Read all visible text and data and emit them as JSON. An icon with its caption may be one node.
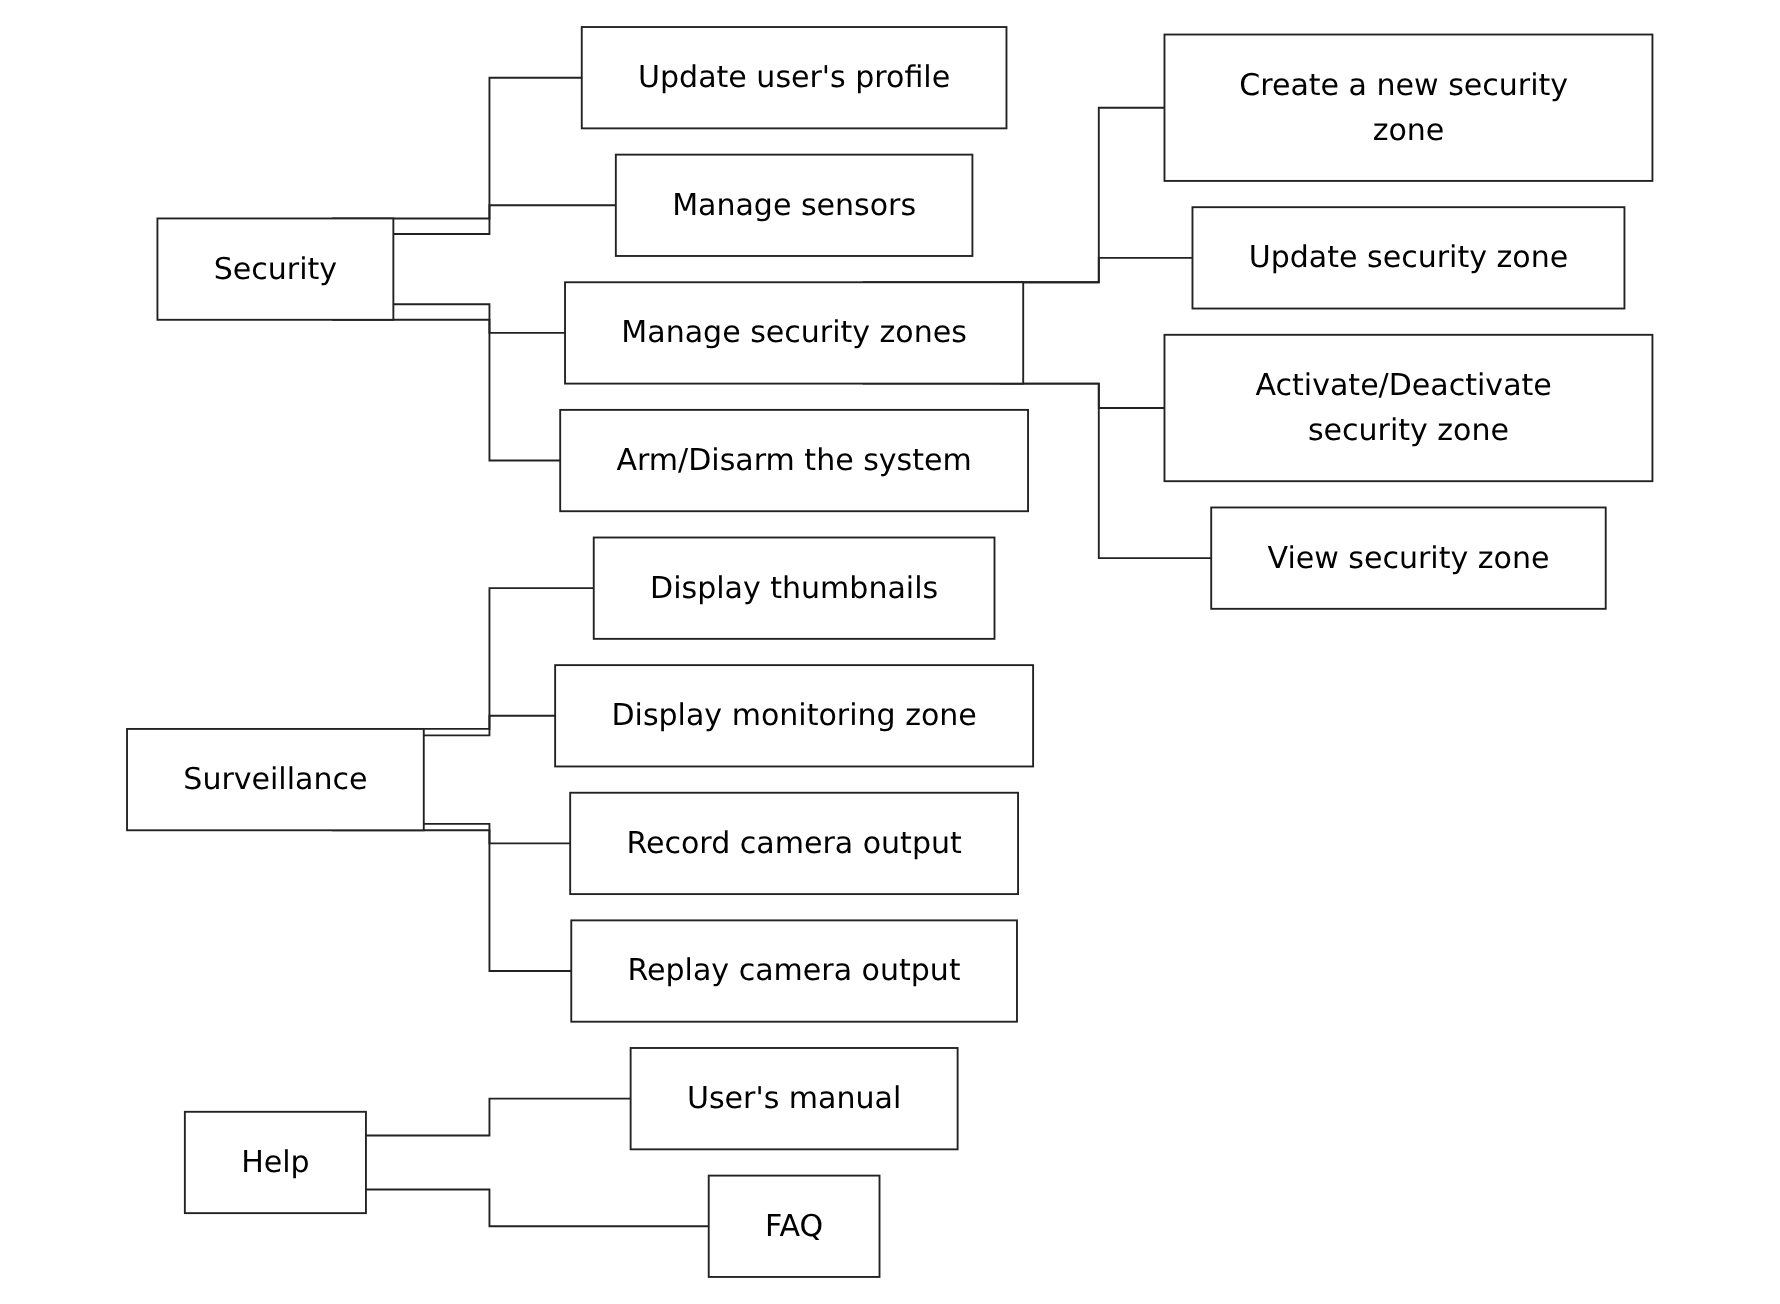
{
  "diagram": {
    "nodes": [
      {
        "text": [
          "Security"
        ]
      },
      {
        "text": [
          "Update user's profile"
        ]
      },
      {
        "text": [
          "Manage sensors"
        ]
      },
      {
        "text": [
          "Manage security zones"
        ]
      },
      {
        "text": [
          "Arm/Disarm the system"
        ]
      },
      {
        "text": [
          "Create a new security zone"
        ]
      },
      {
        "text": [
          "Update security zone"
        ]
      },
      {
        "text": [
          "Activate/Deactivate security zone"
        ]
      },
      {
        "text": [
          "View security zone"
        ]
      },
      {
        "text": [
          "Surveillance"
        ]
      },
      {
        "text": [
          "Display thumbnails"
        ]
      },
      {
        "text": [
          "Display monitoring zone"
        ]
      },
      {
        "text": [
          "Record camera output"
        ]
      },
      {
        "text": [
          "Replay camera output"
        ]
      },
      {
        "text": [
          "Help"
        ]
      },
      {
        "text": [
          "User's manual"
        ]
      },
      {
        "text": [
          "FAQ"
        ]
      }
    ],
    "edges": [
      {
        "from": 0,
        "to": 1,
        "arrow": "none"
      },
      {
        "from": 0,
        "to": 2,
        "arrow": "none"
      },
      {
        "from": 0,
        "to": 3,
        "arrow": "none"
      },
      {
        "from": 0,
        "to": 4,
        "arrow": "none"
      },
      {
        "from": 3,
        "to": 5,
        "arrow": "none"
      },
      {
        "from": 3,
        "to": 6,
        "arrow": "none"
      },
      {
        "from": 3,
        "to": 7,
        "arrow": "none"
      },
      {
        "from": 3,
        "to": 8,
        "arrow": "none"
      },
      {
        "from": 9,
        "to": 10,
        "arrow": "none"
      },
      {
        "from": 9,
        "to": 11,
        "arrow": "none"
      },
      {
        "from": 9,
        "to": 12,
        "arrow": "none"
      },
      {
        "from": 9,
        "to": 13,
        "arrow": "none"
      },
      {
        "from": 14,
        "to": 15,
        "arrow": "none"
      },
      {
        "from": 14,
        "to": 16,
        "arrow": "none"
      }
    ]
  }
}
